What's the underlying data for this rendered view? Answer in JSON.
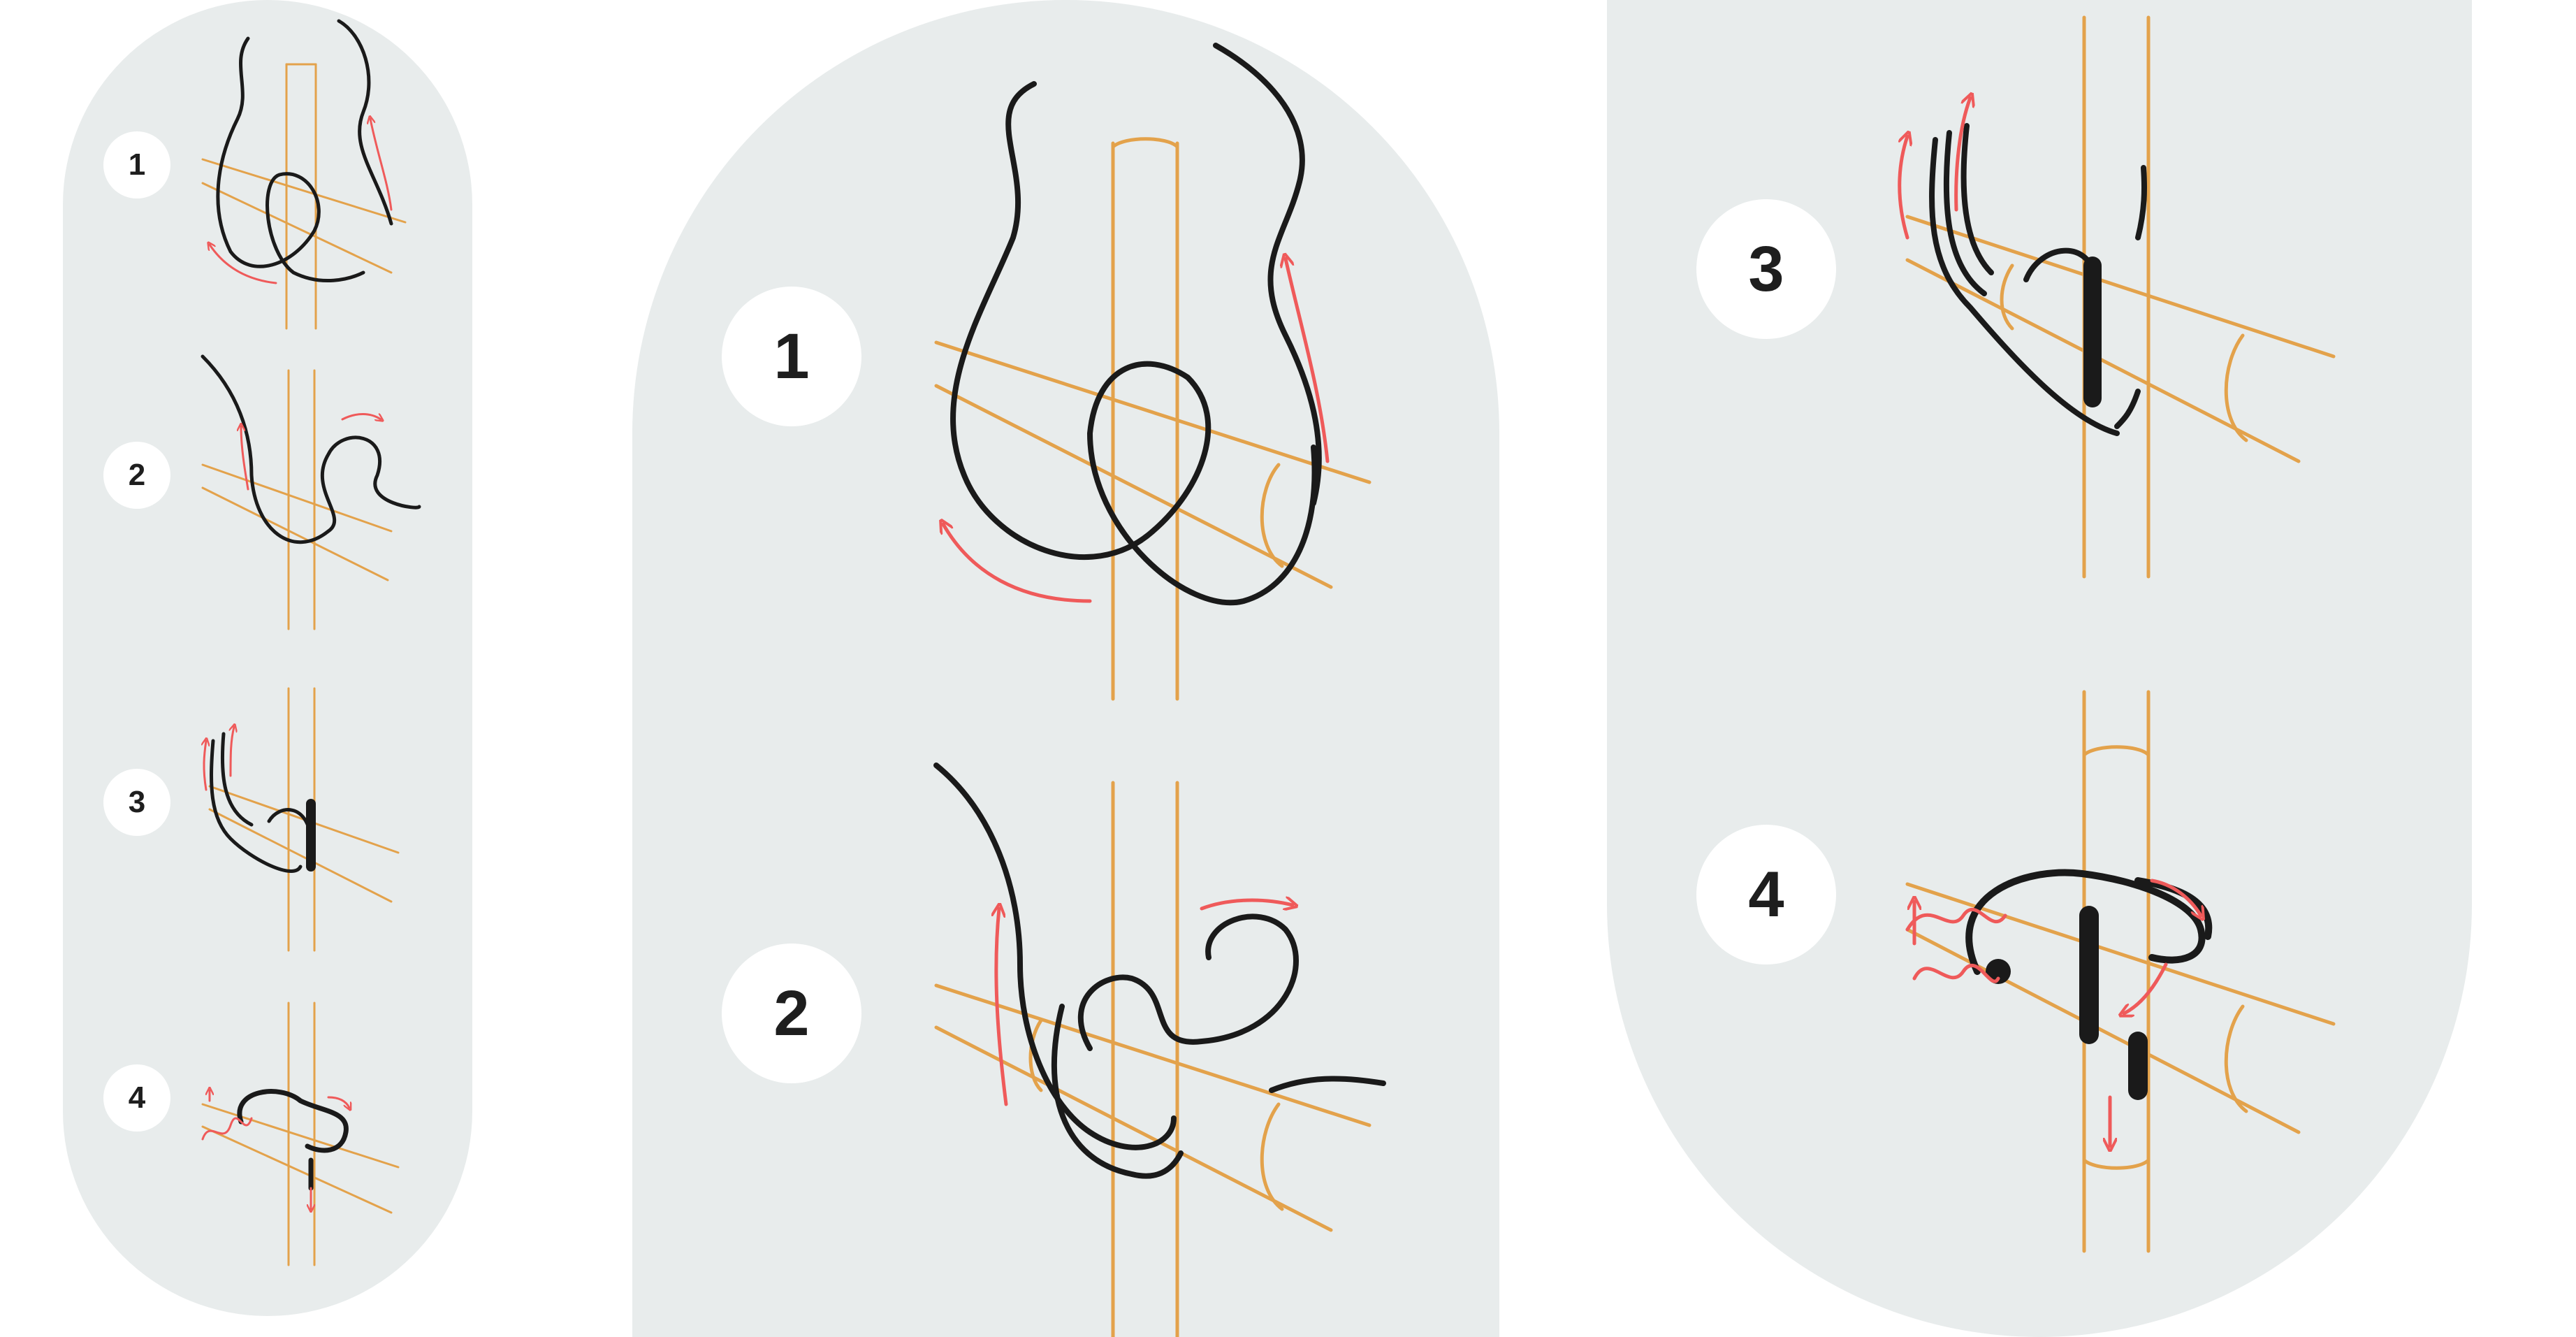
{
  "steps": {
    "left": [
      "1",
      "2",
      "3",
      "4"
    ],
    "center": [
      "1",
      "2"
    ],
    "right": [
      "3",
      "4"
    ]
  },
  "colors": {
    "panel": "#e8ecec",
    "bamboo": "#e3a24b",
    "cord": "#1a1a1a",
    "arrow": "#ef5a5a",
    "badge": "#ffffff"
  }
}
